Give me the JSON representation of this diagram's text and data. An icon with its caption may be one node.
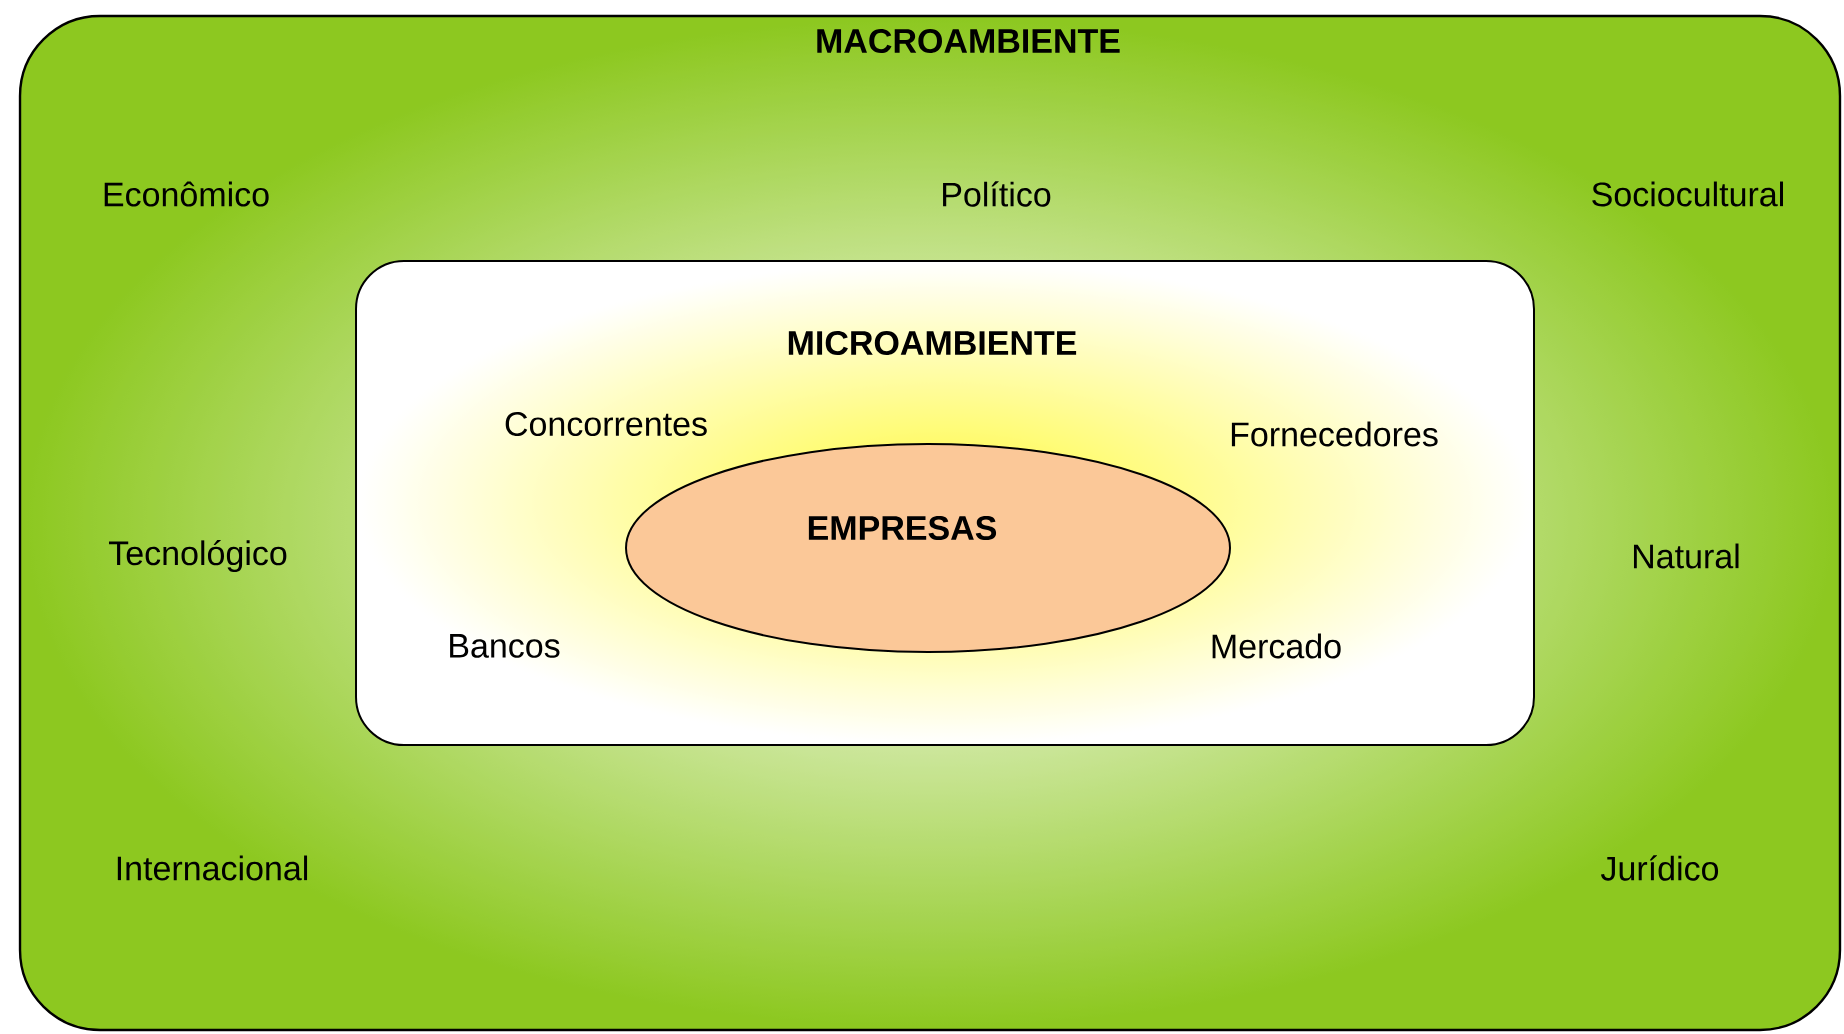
{
  "diagram": {
    "nodes": [
      {
        "text": [
          "MACROAMBIENTE"
        ]
      },
      {
        "text": [
          "MICROAMBIENTE"
        ],
        "in": 0
      },
      {
        "text": [
          "EMPRESAS"
        ],
        "in": 1
      }
    ],
    "labels": [
      "Econômico",
      "Político",
      "Sociocultural",
      "Tecnológico",
      "Natural",
      "Concorrentes",
      "Fornecedores",
      "Bancos",
      "Mercado",
      "Internacional",
      "Jurídico"
    ]
  }
}
